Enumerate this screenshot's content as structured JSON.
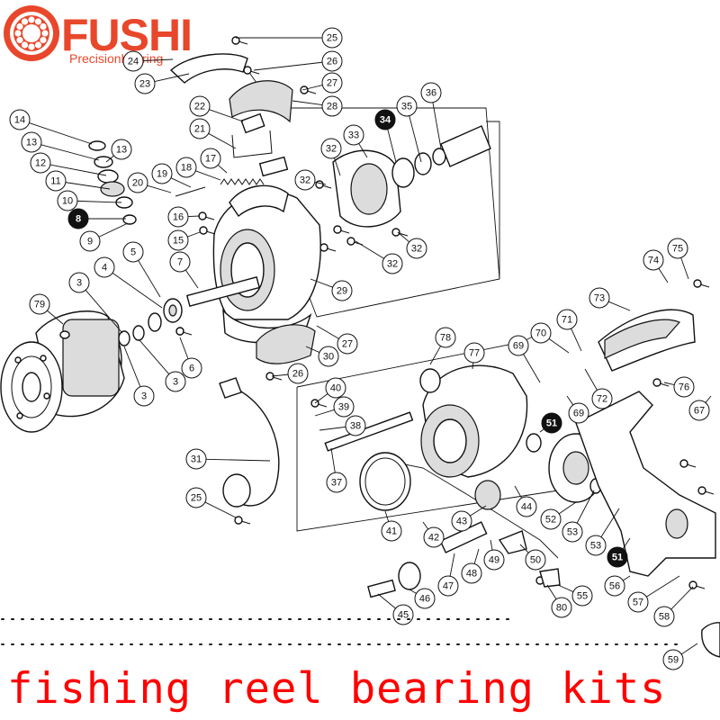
{
  "brand": {
    "name": "FUSHI",
    "tagline": "Precisionbearing",
    "color": "#e8472b",
    "logo_icon": "bearing-ring-icon"
  },
  "banner": {
    "text": "fishing reel bearing kits",
    "color": "#ff0000"
  },
  "diagram": {
    "subject": "spinning-reel-exploded-view",
    "callouts": [
      {
        "label": "25",
        "highlight": false
      },
      {
        "label": "24",
        "highlight": false
      },
      {
        "label": "26",
        "highlight": false
      },
      {
        "label": "23",
        "highlight": false
      },
      {
        "label": "27",
        "highlight": false
      },
      {
        "label": "28",
        "highlight": false
      },
      {
        "label": "14",
        "highlight": false
      },
      {
        "label": "22",
        "highlight": false
      },
      {
        "label": "34",
        "highlight": true
      },
      {
        "label": "35",
        "highlight": false
      },
      {
        "label": "36",
        "highlight": false
      },
      {
        "label": "13",
        "highlight": false
      },
      {
        "label": "13",
        "highlight": false
      },
      {
        "label": "21",
        "highlight": false
      },
      {
        "label": "32",
        "highlight": false
      },
      {
        "label": "33",
        "highlight": false
      },
      {
        "label": "12",
        "highlight": false
      },
      {
        "label": "17",
        "highlight": false
      },
      {
        "label": "18",
        "highlight": false
      },
      {
        "label": "11",
        "highlight": false
      },
      {
        "label": "19",
        "highlight": false
      },
      {
        "label": "20",
        "highlight": false
      },
      {
        "label": "10",
        "highlight": false
      },
      {
        "label": "8",
        "highlight": true
      },
      {
        "label": "16",
        "highlight": false
      },
      {
        "label": "9",
        "highlight": false
      },
      {
        "label": "15",
        "highlight": false
      },
      {
        "label": "32",
        "highlight": false
      },
      {
        "label": "32",
        "highlight": false
      },
      {
        "label": "5",
        "highlight": false
      },
      {
        "label": "7",
        "highlight": false
      },
      {
        "label": "4",
        "highlight": false
      },
      {
        "label": "32",
        "highlight": false
      },
      {
        "label": "3",
        "highlight": false
      },
      {
        "label": "29",
        "highlight": false
      },
      {
        "label": "79",
        "highlight": false
      },
      {
        "label": "27",
        "highlight": false
      },
      {
        "label": "6",
        "highlight": false
      },
      {
        "label": "3",
        "highlight": false
      },
      {
        "label": "3",
        "highlight": false
      },
      {
        "label": "30",
        "highlight": false
      },
      {
        "label": "26",
        "highlight": false
      },
      {
        "label": "31",
        "highlight": false
      },
      {
        "label": "25",
        "highlight": false
      },
      {
        "label": "75",
        "highlight": false
      },
      {
        "label": "74",
        "highlight": false
      },
      {
        "label": "73",
        "highlight": false
      },
      {
        "label": "71",
        "highlight": false
      },
      {
        "label": "70",
        "highlight": false
      },
      {
        "label": "78",
        "highlight": false
      },
      {
        "label": "77",
        "highlight": false
      },
      {
        "label": "69",
        "highlight": false
      },
      {
        "label": "76",
        "highlight": false
      },
      {
        "label": "72",
        "highlight": false
      },
      {
        "label": "40",
        "highlight": false
      },
      {
        "label": "39",
        "highlight": false
      },
      {
        "label": "38",
        "highlight": false
      },
      {
        "label": "69",
        "highlight": false
      },
      {
        "label": "51",
        "highlight": true
      },
      {
        "label": "67",
        "highlight": false
      },
      {
        "label": "37",
        "highlight": false
      },
      {
        "label": "44",
        "highlight": false
      },
      {
        "label": "52",
        "highlight": false
      },
      {
        "label": "41",
        "highlight": false
      },
      {
        "label": "42",
        "highlight": false
      },
      {
        "label": "43",
        "highlight": false
      },
      {
        "label": "53",
        "highlight": false
      },
      {
        "label": "53",
        "highlight": false
      },
      {
        "label": "48",
        "highlight": false
      },
      {
        "label": "49",
        "highlight": false
      },
      {
        "label": "50",
        "highlight": false
      },
      {
        "label": "51",
        "highlight": true
      },
      {
        "label": "47",
        "highlight": false
      },
      {
        "label": "46",
        "highlight": false
      },
      {
        "label": "56",
        "highlight": false
      },
      {
        "label": "57",
        "highlight": false
      },
      {
        "label": "55",
        "highlight": false
      },
      {
        "label": "80",
        "highlight": false
      },
      {
        "label": "58",
        "highlight": false
      },
      {
        "label": "45",
        "highlight": false
      },
      {
        "label": "59",
        "highlight": false
      }
    ]
  }
}
